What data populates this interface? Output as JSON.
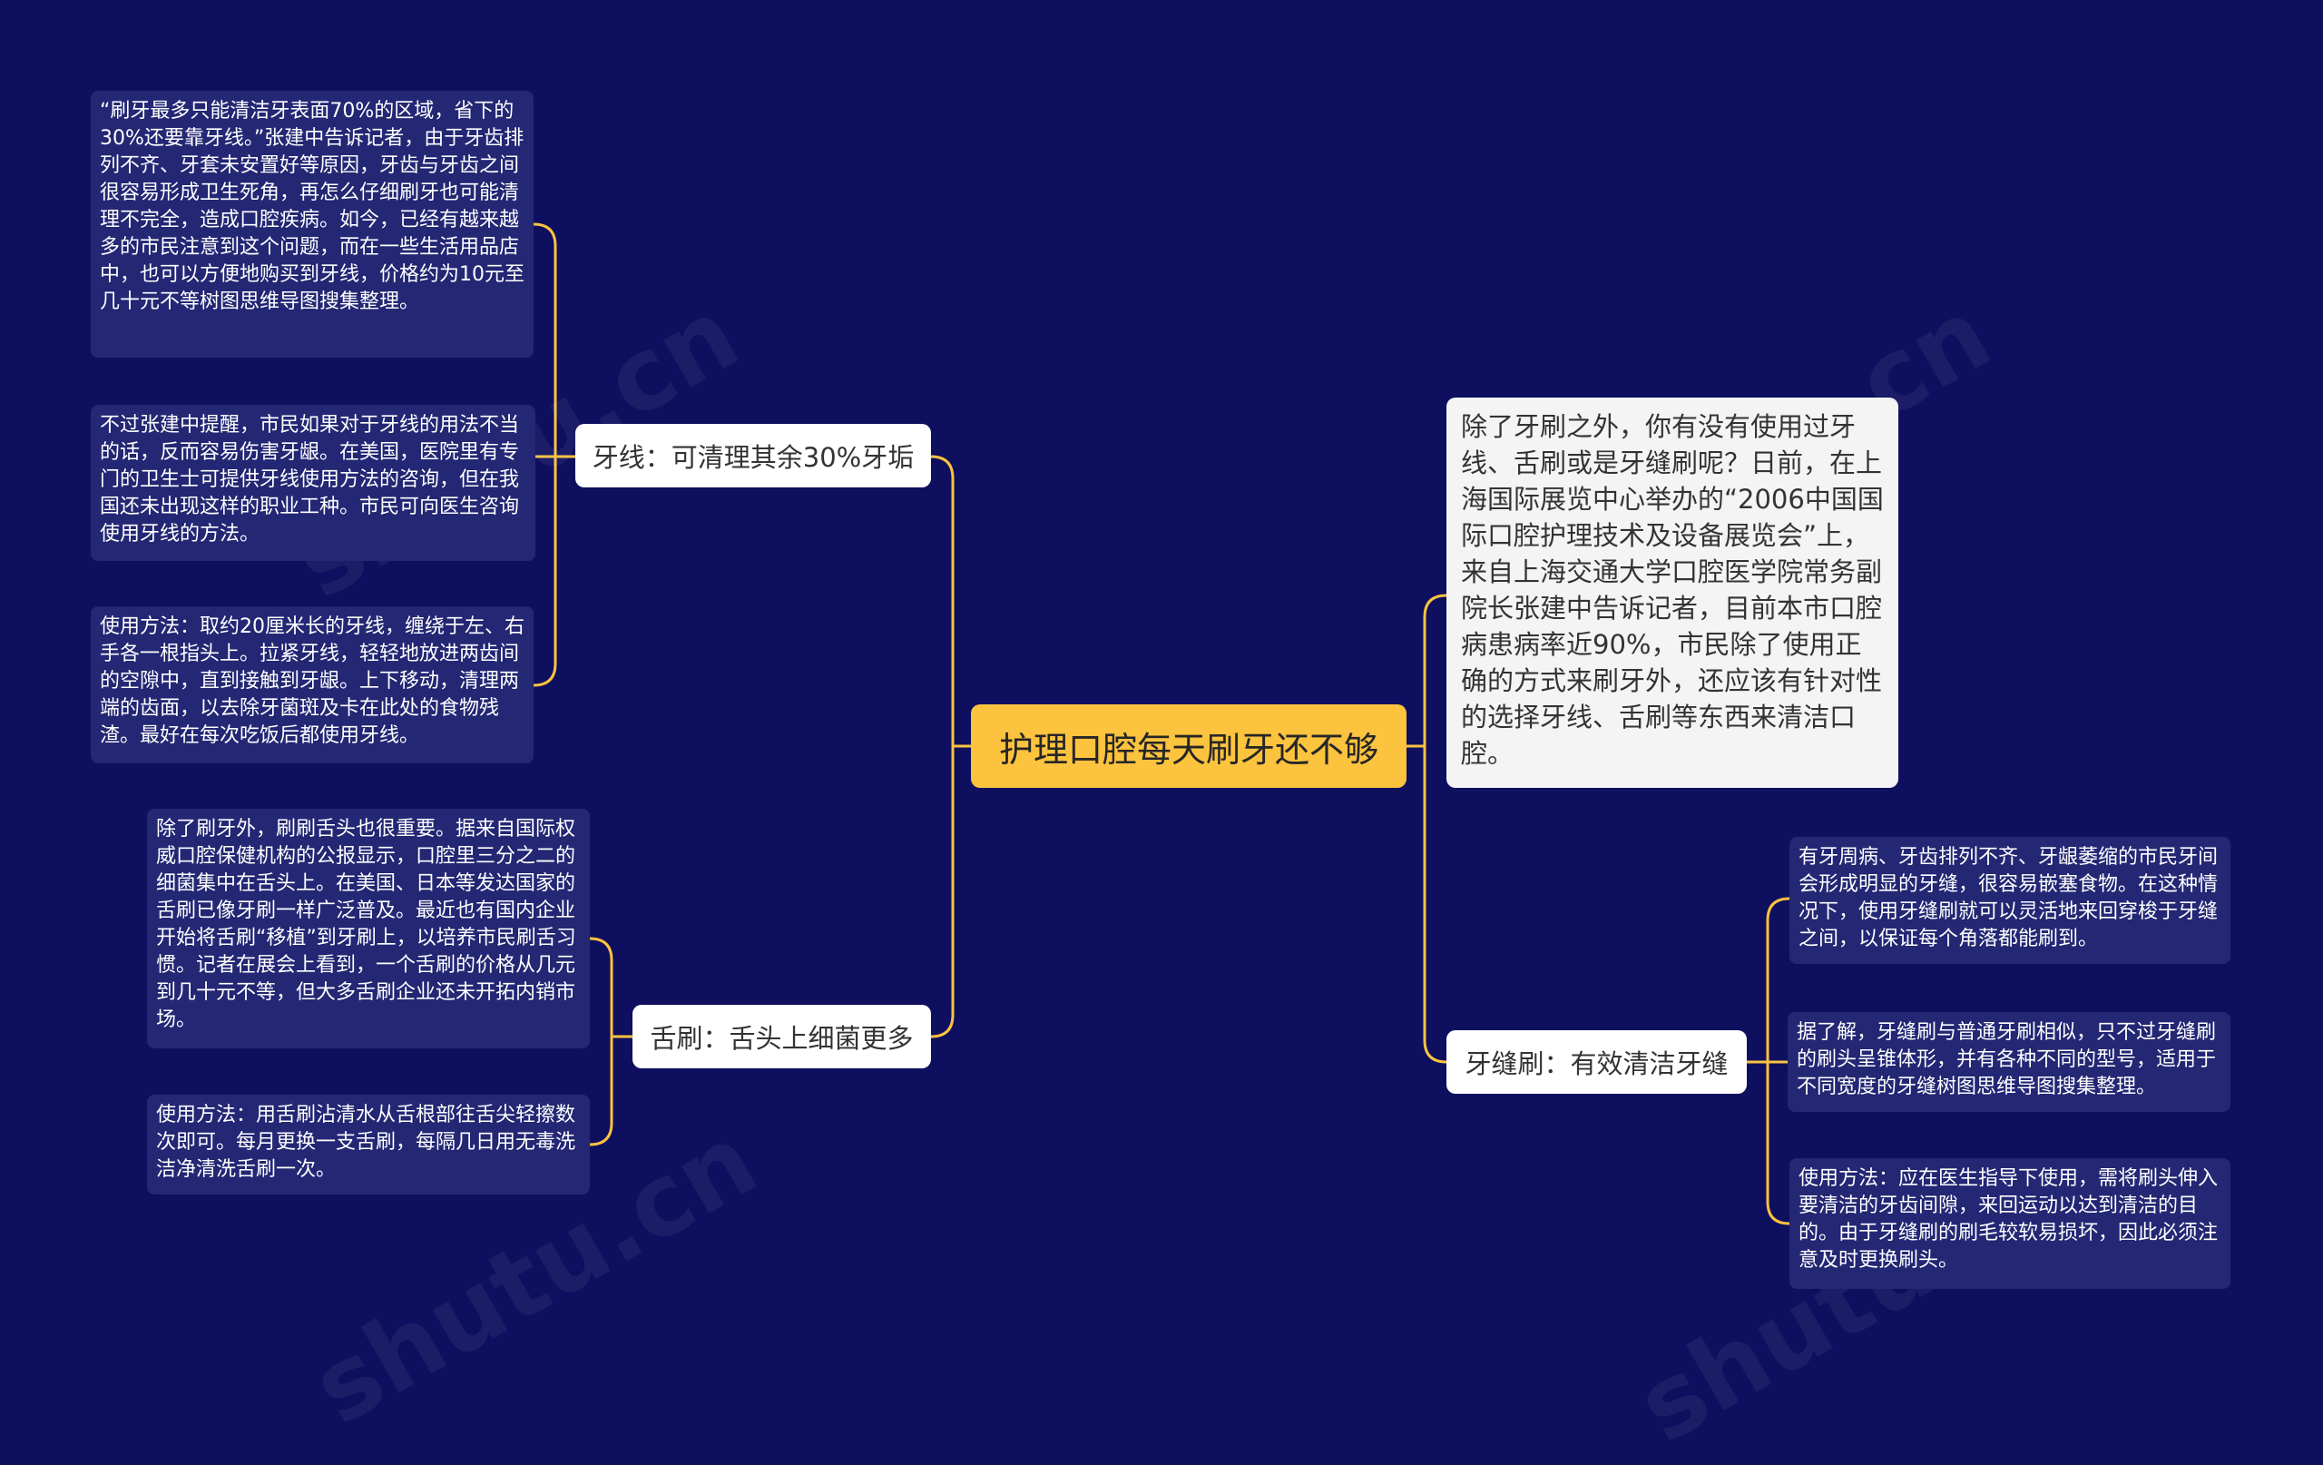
{
  "root": {
    "label": "护理口腔每天刷牙还不够"
  },
  "intro": {
    "text": "除了牙刷之外，你有没有使用过牙线、舌刷或是牙缝刷呢？日前，在上海国际展览中心举办的“2006中国国际口腔护理技术及设备展览会”上，来自上海交通大学口腔医学院常务副院长张建中告诉记者，目前本市口腔病患病率近90%，市民除了使用正确的方式来刷牙外，还应该有针对性的选择牙线、舌刷等东西来清洁口腔。"
  },
  "floss": {
    "label": "牙线：可清理其余30%牙垢",
    "leaves": [
      "“刷牙最多只能清洁牙表面70%的区域，省下的30%还要靠牙线。”张建中告诉记者，由于牙齿排列不齐、牙套未安置好等原因，牙齿与牙齿之间很容易形成卫生死角，再怎么仔细刷牙也可能清理不完全，造成口腔疾病。如今，已经有越来越多的市民注意到这个问题，而在一些生活用品店中，也可以方便地购买到牙线，价格约为10元至几十元不等树图思维导图搜集整理。",
      "不过张建中提醒，市民如果对于牙线的用法不当的话，反而容易伤害牙龈。在美国，医院里有专门的卫生士可提供牙线使用方法的咨询，但在我国还未出现这样的职业工种。市民可向医生咨询使用牙线的方法。",
      "使用方法：取约20厘米长的牙线，缠绕于左、右手各一根指头上。拉紧牙线，轻轻地放进两齿间的空隙中，直到接触到牙龈。上下移动，清理两端的齿面，以去除牙菌斑及卡在此处的食物残渣。最好在每次吃饭后都使用牙线。"
    ]
  },
  "tongue": {
    "label": "舌刷：舌头上细菌更多",
    "leaves": [
      "除了刷牙外，刷刷舌头也很重要。据来自国际权威口腔保健机构的公报显示，口腔里三分之二的细菌集中在舌头上。在美国、日本等发达国家的舌刷已像牙刷一样广泛普及。最近也有国内企业开始将舌刷“移植”到牙刷上，以培养市民刷舌习惯。记者在展会上看到，一个舌刷的价格从几元到几十元不等，但大多舌刷企业还未开拓内销市场。",
      "使用方法：用舌刷沾清水从舌根部往舌尖轻擦数次即可。每月更换一支舌刷，每隔几日用无毒洗洁净清洗舌刷一次。"
    ]
  },
  "interdental": {
    "label": "牙缝刷：有效清洁牙缝",
    "leaves": [
      "有牙周病、牙齿排列不齐、牙龈萎缩的市民牙间会形成明显的牙缝，很容易嵌塞食物。在这种情况下，使用牙缝刷就可以灵活地来回穿梭于牙缝之间，以保证每个角落都能刷到。",
      "据了解，牙缝刷与普通牙刷相似，只不过牙缝刷的刷头呈锥体形，并有各种不同的型号，适用于不同宽度的牙缝树图思维导图搜集整理。",
      "使用方法：应在医生指导下使用，需将刷头伸入要清洁的牙齿间隙，来回运动以达到清洁的目的。由于牙缝刷的刷毛较软易损坏，因此必须注意及时更换刷头。"
    ]
  },
  "watermark_text": "shutu.cn",
  "colors": {
    "background": "#0e0f5e",
    "root": "#fcc33f",
    "connector": "#fcc33f",
    "leaf": "#232774",
    "branch": "#ffffff"
  }
}
